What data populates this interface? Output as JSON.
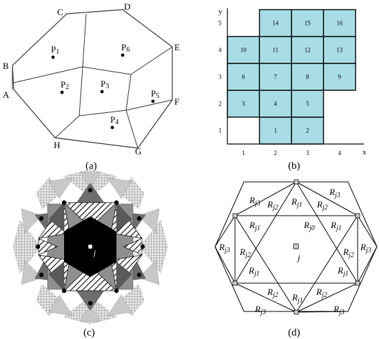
{
  "panel_a": {
    "caption": "(a)",
    "vertices": [
      "A",
      "B",
      "C",
      "D",
      "E",
      "F",
      "G",
      "H"
    ],
    "points": [
      {
        "id": "p1",
        "base": "P",
        "sub": "1"
      },
      {
        "id": "p2",
        "base": "P",
        "sub": "2"
      },
      {
        "id": "p3",
        "base": "P",
        "sub": "3"
      },
      {
        "id": "p4",
        "base": "P",
        "sub": "4"
      },
      {
        "id": "p5",
        "base": "P",
        "sub": "5"
      },
      {
        "id": "p6",
        "base": "P",
        "sub": "6"
      }
    ]
  },
  "panel_b": {
    "caption": "(b)",
    "x_axis_label": "x",
    "y_axis_label": "y",
    "x_ticks": [
      "1",
      "2",
      "3",
      "4"
    ],
    "y_ticks": [
      "1",
      "2",
      "3",
      "4",
      "5"
    ],
    "cell_color": "#a9dde6",
    "cells": [
      {
        "label": "1",
        "col": 2,
        "row": 1
      },
      {
        "label": "2",
        "col": 3,
        "row": 1
      },
      {
        "label": "3",
        "col": 1,
        "row": 2
      },
      {
        "label": "4",
        "col": 2,
        "row": 2
      },
      {
        "label": "5",
        "col": 3,
        "row": 2
      },
      {
        "label": "6",
        "col": 1,
        "row": 3
      },
      {
        "label": "7",
        "col": 2,
        "row": 3
      },
      {
        "label": "8",
        "col": 3,
        "row": 3
      },
      {
        "label": "9",
        "col": 4,
        "row": 3
      },
      {
        "label": "10",
        "col": 1,
        "row": 4
      },
      {
        "label": "11",
        "col": 2,
        "row": 4
      },
      {
        "label": "12",
        "col": 3,
        "row": 4
      },
      {
        "label": "13",
        "col": 4,
        "row": 4
      },
      {
        "label": "14",
        "col": 2,
        "row": 5
      },
      {
        "label": "15",
        "col": 3,
        "row": 5
      },
      {
        "label": "16",
        "col": 4,
        "row": 5
      }
    ]
  },
  "panel_c": {
    "caption": "(c)",
    "center_label": "j"
  },
  "panel_d": {
    "caption": "(d)",
    "center_label": "j",
    "region_base": "R",
    "regions": [
      {
        "sub": "j3"
      },
      {
        "sub": "j3"
      },
      {
        "sub": "j2"
      },
      {
        "sub": "j1"
      },
      {
        "sub": "j2"
      },
      {
        "sub": "j1"
      },
      {
        "sub": "j0"
      },
      {
        "sub": "j1"
      },
      {
        "sub": "j3"
      },
      {
        "sub": "j2"
      },
      {
        "sub": "j2"
      },
      {
        "sub": "j3"
      },
      {
        "sub": "j1"
      },
      {
        "sub": "j1"
      },
      {
        "sub": "j2"
      },
      {
        "sub": "j1"
      },
      {
        "sub": "j2"
      },
      {
        "sub": "j3"
      },
      {
        "sub": "j3"
      }
    ]
  }
}
